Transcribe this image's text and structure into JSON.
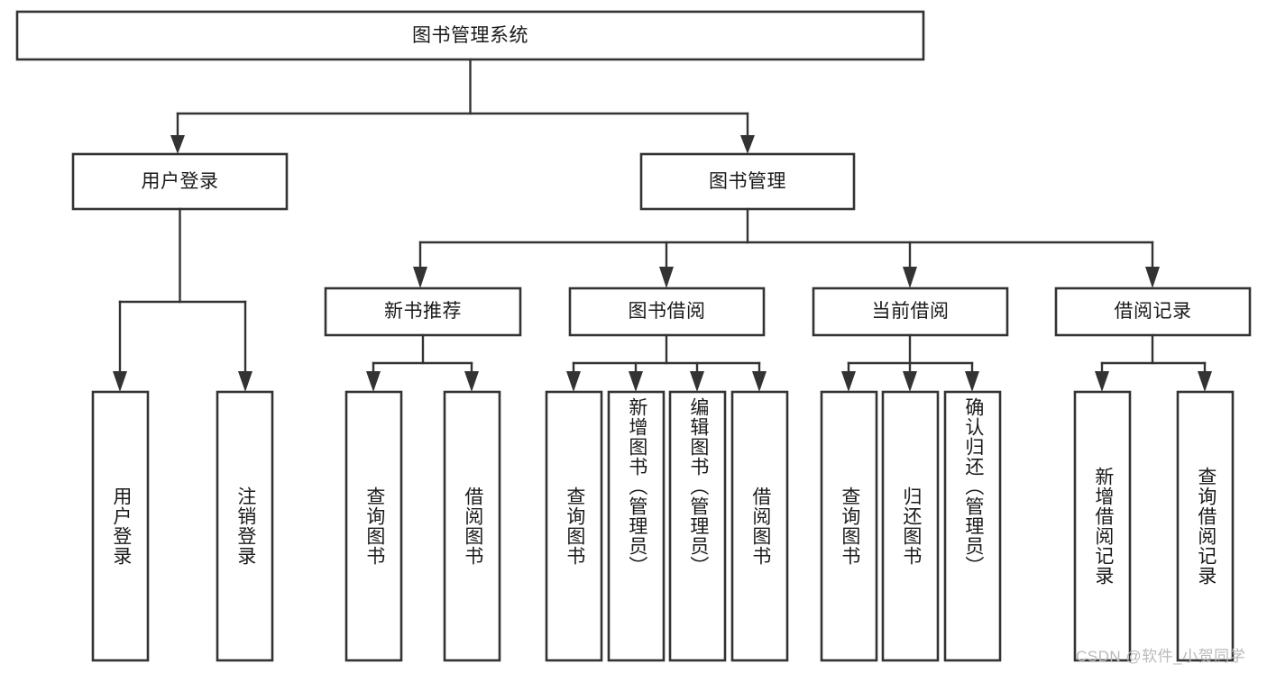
{
  "diagram": {
    "type": "tree-hierarchy-chart",
    "title": "图书管理系统",
    "orientation": "top-down",
    "root": {
      "id": "root",
      "label": "图书管理系统",
      "children": [
        {
          "id": "user-login",
          "label": "用户登录",
          "children": [
            {
              "id": "user-login-do",
              "label": "用户登录"
            },
            {
              "id": "user-logout",
              "label": "注销登录"
            }
          ]
        },
        {
          "id": "book-management",
          "label": "图书管理",
          "children": [
            {
              "id": "new-book-recommend",
              "label": "新书推荐",
              "children": [
                {
                  "id": "nb-query",
                  "label": "查询图书"
                },
                {
                  "id": "nb-borrow",
                  "label": "借阅图书"
                }
              ]
            },
            {
              "id": "book-borrow",
              "label": "图书借阅",
              "children": [
                {
                  "id": "bb-query",
                  "label": "查询图书"
                },
                {
                  "id": "bb-add",
                  "label": "新增图书（管理员）"
                },
                {
                  "id": "bb-edit",
                  "label": "编辑图书（管理员）"
                },
                {
                  "id": "bb-borrow",
                  "label": "借阅图书"
                }
              ]
            },
            {
              "id": "current-borrow",
              "label": "当前借阅",
              "children": [
                {
                  "id": "cb-query",
                  "label": "查询图书"
                },
                {
                  "id": "cb-return",
                  "label": "归还图书"
                },
                {
                  "id": "cb-confirm",
                  "label": "确认归还（管理员）"
                }
              ]
            },
            {
              "id": "borrow-record",
              "label": "借阅记录",
              "children": [
                {
                  "id": "br-add",
                  "label": "新增借阅记录"
                },
                {
                  "id": "br-query",
                  "label": "查询借阅记录"
                }
              ]
            }
          ]
        }
      ]
    }
  },
  "colors": {
    "box_stroke": "#333333",
    "box_fill": "#ffffff",
    "connector": "#333333",
    "text": "#1a1a1a",
    "watermark": "#b9b9b9",
    "background": "#ffffff"
  },
  "watermark": {
    "text": "CSDN @软件_小贺同学"
  }
}
